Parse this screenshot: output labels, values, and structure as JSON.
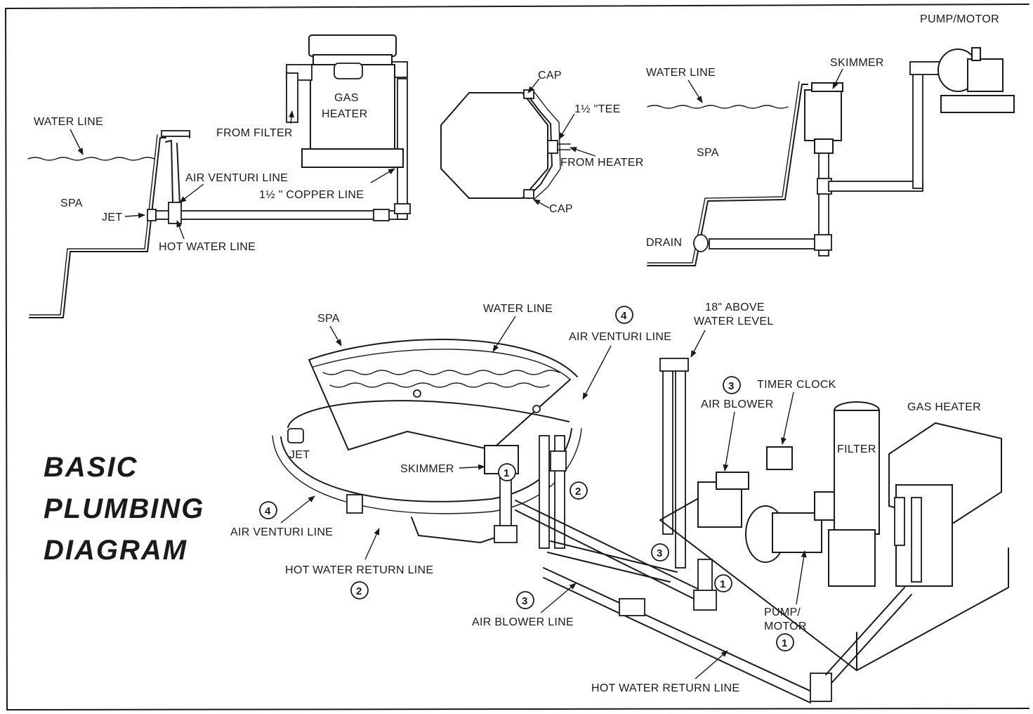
{
  "title": {
    "line1": "BASIC",
    "line2": "PLUMBING",
    "line3": "DIAGRAM"
  },
  "heater_detail": {
    "water_line": "WATER LINE",
    "spa": "SPA",
    "jet": "JET",
    "air_venturi_line": "AIR VENTURI LINE",
    "hot_water_line": "HOT WATER LINE",
    "copper_line": "1½ \" COPPER LINE",
    "from_filter": "FROM FILTER",
    "gas_heater_1": "GAS",
    "gas_heater_2": "HEATER"
  },
  "octagon_detail": {
    "cap_top": "CAP",
    "tee": "1½ \"TEE",
    "from_heater": "FROM HEATER",
    "cap_bottom": "CAP"
  },
  "skimmer_detail": {
    "pump_motor": "PUMP/MOTOR",
    "water_line": "WATER LINE",
    "skimmer": "SKIMMER",
    "spa": "SPA",
    "drain": "DRAIN"
  },
  "main": {
    "spa": "SPA",
    "water_line": "WATER LINE",
    "air_venturi_line_top": "AIR VENTURI LINE",
    "above_water_1": "18\" ABOVE",
    "above_water_2": "WATER LEVEL",
    "air_blower": "AIR BLOWER",
    "timer_clock": "TIMER CLOCK",
    "gas_heater": "GAS HEATER",
    "filter": "FILTER",
    "jet": "JET",
    "skimmer": "SKIMMER",
    "air_venturi_line_left": "AIR VENTURI LINE",
    "hot_water_return_line_left": "HOT WATER RETURN LINE",
    "air_blower_line": "AIR BLOWER LINE",
    "pump_motor_1": "PUMP/",
    "pump_motor_2": "MOTOR",
    "hot_water_return_line_bottom": "HOT WATER RETURN LINE"
  },
  "line_numbers": {
    "pump_motor": "1",
    "hot_water_return": "2",
    "air_blower": "3",
    "air_venturi": "4"
  }
}
